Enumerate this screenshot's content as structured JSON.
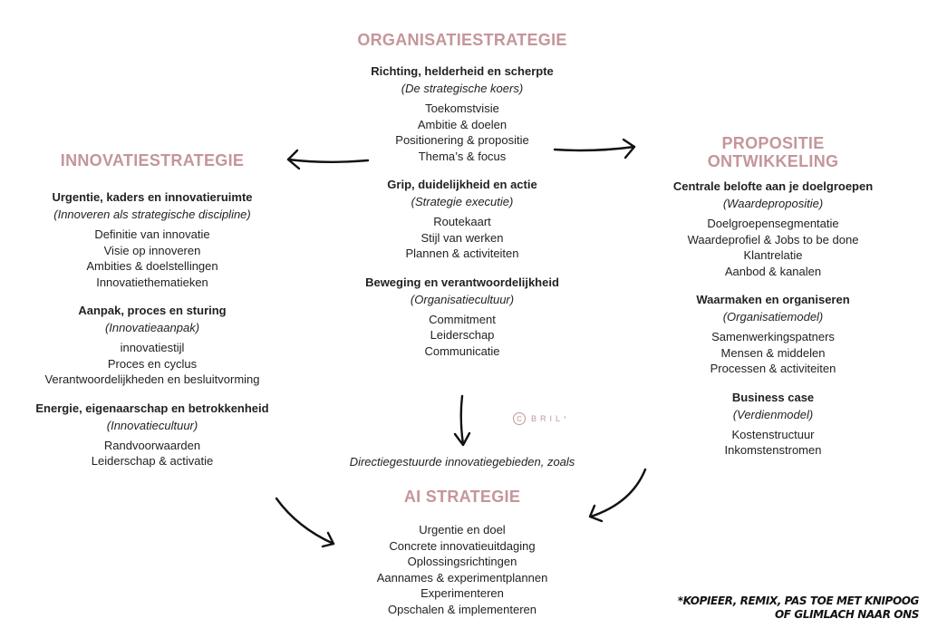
{
  "organisatie": {
    "title": "ORGANISATIESTRATEGIE",
    "sections": [
      {
        "heading": "Richting, helderheid en scherpte",
        "note": "(De strategische koers)",
        "items": [
          "Toekomstvisie",
          "Ambitie & doelen",
          "Positionering & propositie",
          "Thema’s & focus"
        ]
      },
      {
        "heading": "Grip, duidelijkheid en actie",
        "note": "(Strategie executie)",
        "items": [
          "Routekaart",
          "Stijl van werken",
          "Plannen & activiteiten"
        ]
      },
      {
        "heading": "Beweging en verantwoordelijkheid",
        "note": "(Organisatiecultuur)",
        "items": [
          "Commitment",
          "Leiderschap",
          "Communicatie"
        ]
      }
    ]
  },
  "innovatie": {
    "title": "INNOVATIESTRATEGIE",
    "sections": [
      {
        "heading": "Urgentie, kaders en innovatieruimte",
        "note": "(Innoveren als strategische discipline)",
        "items": [
          "Definitie van innovatie",
          "Visie op innoveren",
          "Ambities & doelstellingen",
          "Innovatiethematieken"
        ]
      },
      {
        "heading": "Aanpak, proces en sturing",
        "note": "(Innovatieaanpak)",
        "items": [
          "innovatiestijl",
          "Proces en cyclus",
          "Verantwoordelijkheden en besluitvorming"
        ]
      },
      {
        "heading": "Energie, eigenaarschap en betrokkenheid",
        "note": "(Innovatiecultuur)",
        "items": [
          "Randvoorwaarden",
          "Leiderschap & activatie"
        ]
      }
    ]
  },
  "propositie": {
    "title_line1": "PROPOSITIE",
    "title_line2": "ONTWIKKELING",
    "sections": [
      {
        "heading": "Centrale belofte aan je doelgroepen",
        "note": "(Waardepropositie)",
        "items": [
          "Doelgroepensegmentatie",
          "Waardeprofiel & Jobs to be done",
          "Klantrelatie",
          "Aanbod & kanalen"
        ]
      },
      {
        "heading": "Waarmaken en organiseren",
        "note": "(Organisatiemodel)",
        "items": [
          "Samenwerkingspatners",
          "Mensen & middelen",
          "Processen & activiteiten"
        ]
      },
      {
        "heading": "Business case",
        "note": "(Verdienmodel)",
        "items": [
          "Kostenstructuur",
          "Inkomstenstromen"
        ]
      }
    ]
  },
  "directie_note": "Directiegestuurde innovatiegebieden, zoals",
  "ai": {
    "title": "AI STRATEGIE",
    "items": [
      "Urgentie en doel",
      "Concrete innovatieuitdaging",
      "Oplossingsrichtingen",
      "Aannames & experimentplannen",
      "Experimenteren",
      "Opschalen & implementeren"
    ]
  },
  "logo": {
    "letters": "BRIL",
    "mark": "C",
    "star": "*"
  },
  "footer": {
    "line1": "*KOPIEER, REMIX, PAS TOE MET KNIPOOG",
    "line2": "OF GLIMLACH NAAR ONS"
  },
  "colors": {
    "accent": "#c4969a",
    "text": "#222222"
  }
}
